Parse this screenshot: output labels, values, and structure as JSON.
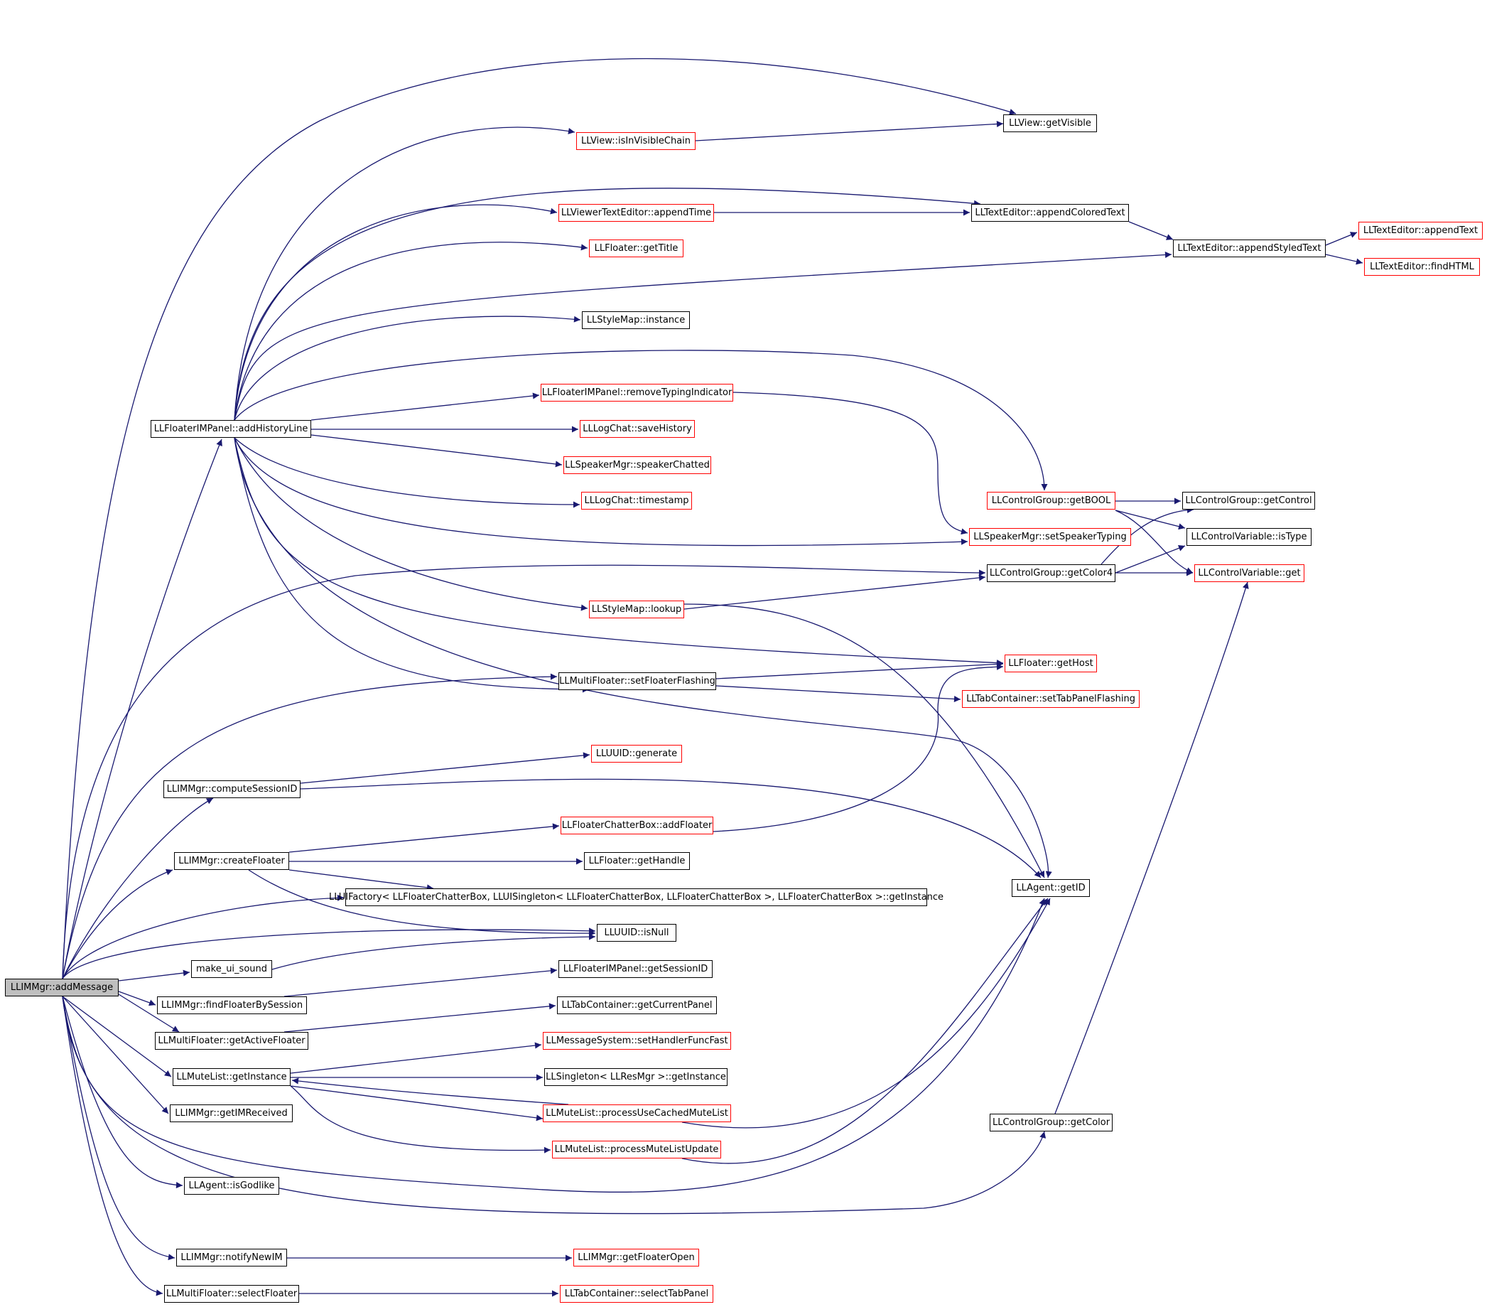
{
  "colors": {
    "edge": "#191970",
    "node_border": "#000000",
    "external_border": "#ff0000",
    "root_fill": "#bfbfbf"
  },
  "nodes": {
    "addMessage": "LLIMMgr::addMessage",
    "getVisible": "LLView::getVisible",
    "isInVisibleChain": "LLView::isInVisibleChain",
    "appendTime": "LLViewerTextEditor::appendTime",
    "appendColoredText": "LLTextEditor::appendColoredText",
    "appendText": "LLTextEditor::appendText",
    "appendStyledText": "LLTextEditor::appendStyledText",
    "findHTML": "LLTextEditor::findHTML",
    "getTitle": "LLFloater::getTitle",
    "styleInstance": "LLStyleMap::instance",
    "removeTypingIndicator": "LLFloaterIMPanel::removeTypingIndicator",
    "addHistoryLine": "LLFloaterIMPanel::addHistoryLine",
    "saveHistory": "LLLogChat::saveHistory",
    "speakerChatted": "LLSpeakerMgr::speakerChatted",
    "timestamp": "LLLogChat::timestamp",
    "getBOOL": "LLControlGroup::getBOOL",
    "getControl": "LLControlGroup::getControl",
    "setSpeakerTyping": "LLSpeakerMgr::setSpeakerTyping",
    "isType": "LLControlVariable::isType",
    "getColor4": "LLControlGroup::getColor4",
    "ctrlGet": "LLControlVariable::get",
    "lookup": "LLStyleMap::lookup",
    "getHost": "LLFloater::getHost",
    "setFloaterFlashing": "LLMultiFloater::setFloaterFlashing",
    "setTabPanelFlashing": "LLTabContainer::setTabPanelFlashing",
    "generate": "LLUUID::generate",
    "computeSessionID": "LLIMMgr::computeSessionID",
    "addFloater": "LLFloaterChatterBox::addFloater",
    "createFloater": "LLIMMgr::createFloater",
    "getHandle": "LLFloater::getHandle",
    "getID": "LLAgent::getID",
    "uiFactory": "LLUIFactory< LLFloaterChatterBox, LLUISingleton< LLFloaterChatterBox, LLFloaterChatterBox >, LLFloaterChatterBox >::getInstance",
    "isNull": "LLUUID::isNull",
    "makeUiSound": "make_ui_sound",
    "getSessionID": "LLFloaterIMPanel::getSessionID",
    "findFloaterBySession": "LLIMMgr::findFloaterBySession",
    "getCurrentPanel": "LLTabContainer::getCurrentPanel",
    "getActiveFloater": "LLMultiFloater::getActiveFloater",
    "setHandlerFuncFast": "LLMessageSystem::setHandlerFuncFast",
    "muteGetInstance": "LLMuteList::getInstance",
    "resMgrInstance": "LLSingleton< LLResMgr >::getInstance",
    "processUseCachedMuteList": "LLMuteList::processUseCachedMuteList",
    "getIMReceived": "LLIMMgr::getIMReceived",
    "getColor": "LLControlGroup::getColor",
    "processMuteListUpdate": "LLMuteList::processMuteListUpdate",
    "isGodlike": "LLAgent::isGodlike",
    "notifyNewIM": "LLIMMgr::notifyNewIM",
    "getFloaterOpen": "LLIMMgr::getFloaterOpen",
    "selectFloater": "LLMultiFloater::selectFloater",
    "selectTabPanel": "LLTabContainer::selectTabPanel"
  }
}
